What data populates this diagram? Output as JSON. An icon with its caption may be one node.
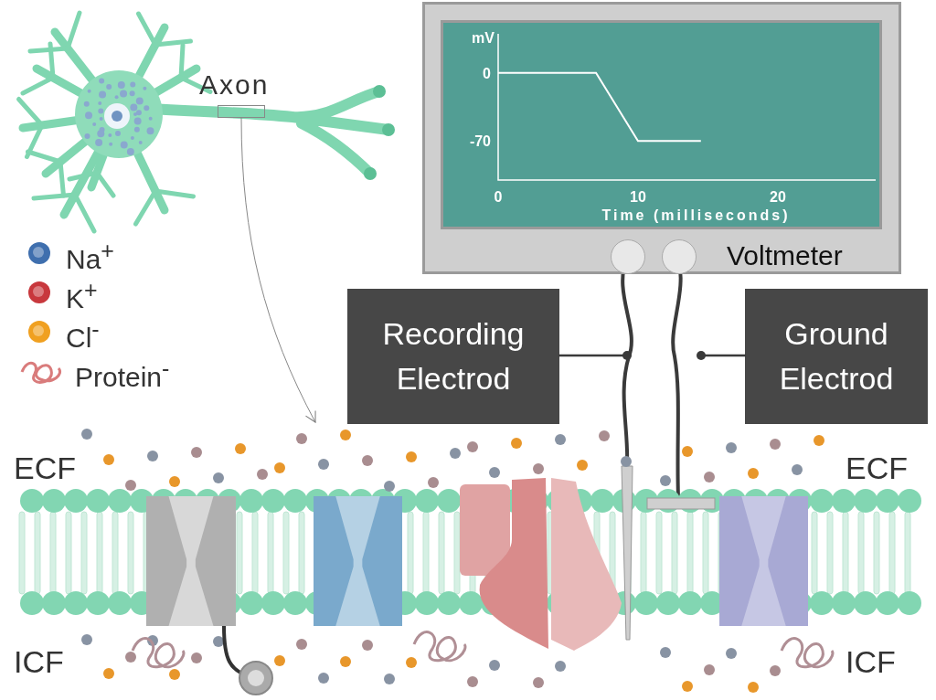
{
  "diagram": {
    "nodes": [
      {
        "text": [],
        "shape": "box",
        "beside": [
          "Axon"
        ]
      },
      {
        "text": [],
        "shape": "picture"
      },
      {
        "text": [
          "Voltmeter"
        ]
      },
      {
        "text": [
          "Recording Electrod"
        ]
      },
      {
        "text": [
          "Ground Electrod"
        ]
      }
    ],
    "edges": [
      {
        "from": 0,
        "to": 1,
        "arrow": "to"
      },
      {
        "from": 3,
        "to": null,
        "arrow": "other"
      },
      {
        "from": 4,
        "to": null,
        "arrow": "other"
      },
      {
        "from": 2,
        "to": 1,
        "arrow": "none"
      },
      {
        "from": 2,
        "to": 1,
        "arrow": "none"
      }
    ],
    "labels": [
      "ECF",
      "ECF",
      "ICF",
      "ICF"
    ],
    "legend": [
      {
        "text": "Na$^{+}$",
        "color": "#3f6fae"
      },
      {
        "text": "K$^{+}$",
        "color": "#c8383d"
      },
      {
        "text": "Cl$^{-}$",
        "color": "#f0a020"
      },
      {
        "text": "Protein$^{-}$"
      }
    ],
    "chart_data": {
      "type": "line",
      "xlabel": "Time (milliseconds)",
      "ylabel": "mV",
      "x": [
        0,
        7,
        10,
        14.5
      ],
      "series": [
        {
          "color": "#ffffff",
          "values": [
            0,
            0,
            -70,
            -70
          ]
        }
      ],
      "xlim": [
        0,
        27
      ],
      "ylim": [
        -110,
        40
      ],
      "xticks": [
        0,
        10,
        20
      ],
      "yticks": [
        0,
        -70
      ]
    }
  }
}
